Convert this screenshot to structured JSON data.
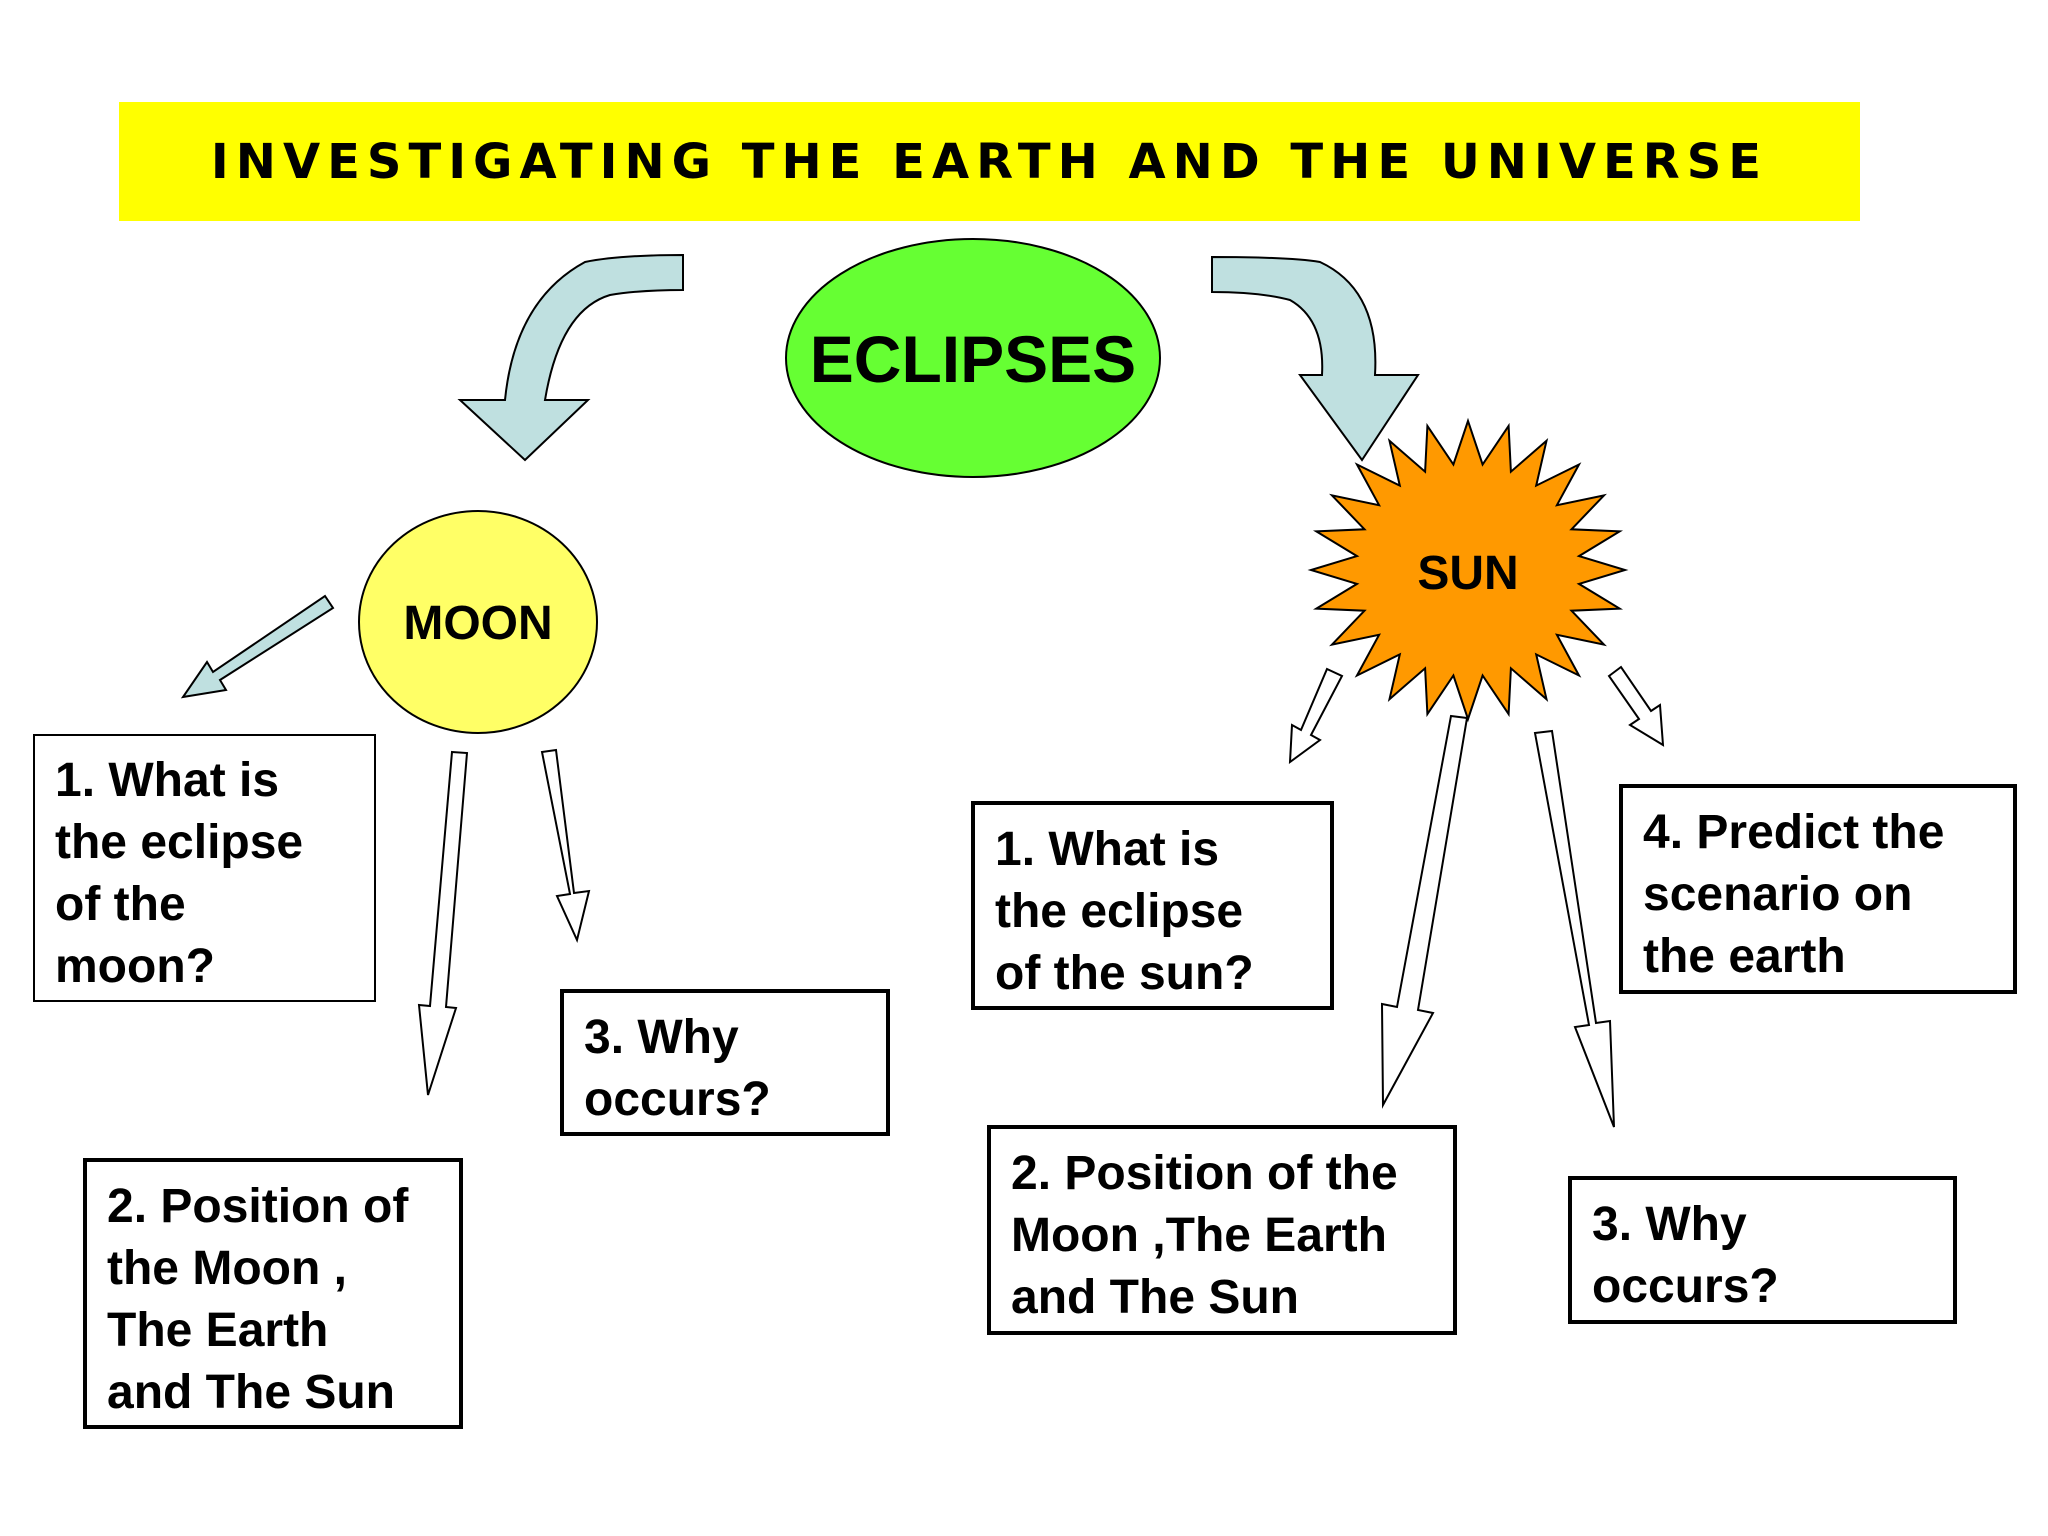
{
  "title": "INVESTIGATING THE EARTH AND THE UNIVERSE",
  "center": {
    "label": "ECLIPSES",
    "color": "#66ff33"
  },
  "moon": {
    "label": "MOON",
    "color": "#ffff66",
    "q1": "1. What is\nthe eclipse\nof the\nmoon?",
    "q2": "2. Position of\nthe Moon ,\nThe Earth\nand The Sun",
    "q3": "3. Why\noccurs?"
  },
  "sun": {
    "label": "SUN",
    "color": "#ff9900",
    "q1": "1. What is\nthe eclipse\nof the sun?",
    "q2": "2. Position of the\nMoon ,The Earth\nand The Sun",
    "q3": "3. Why\noccurs?",
    "q4": "4. Predict the\nscenario on\nthe earth"
  },
  "colors": {
    "banner": "#ffff00",
    "curved_arrow": "#bfe0e0"
  }
}
